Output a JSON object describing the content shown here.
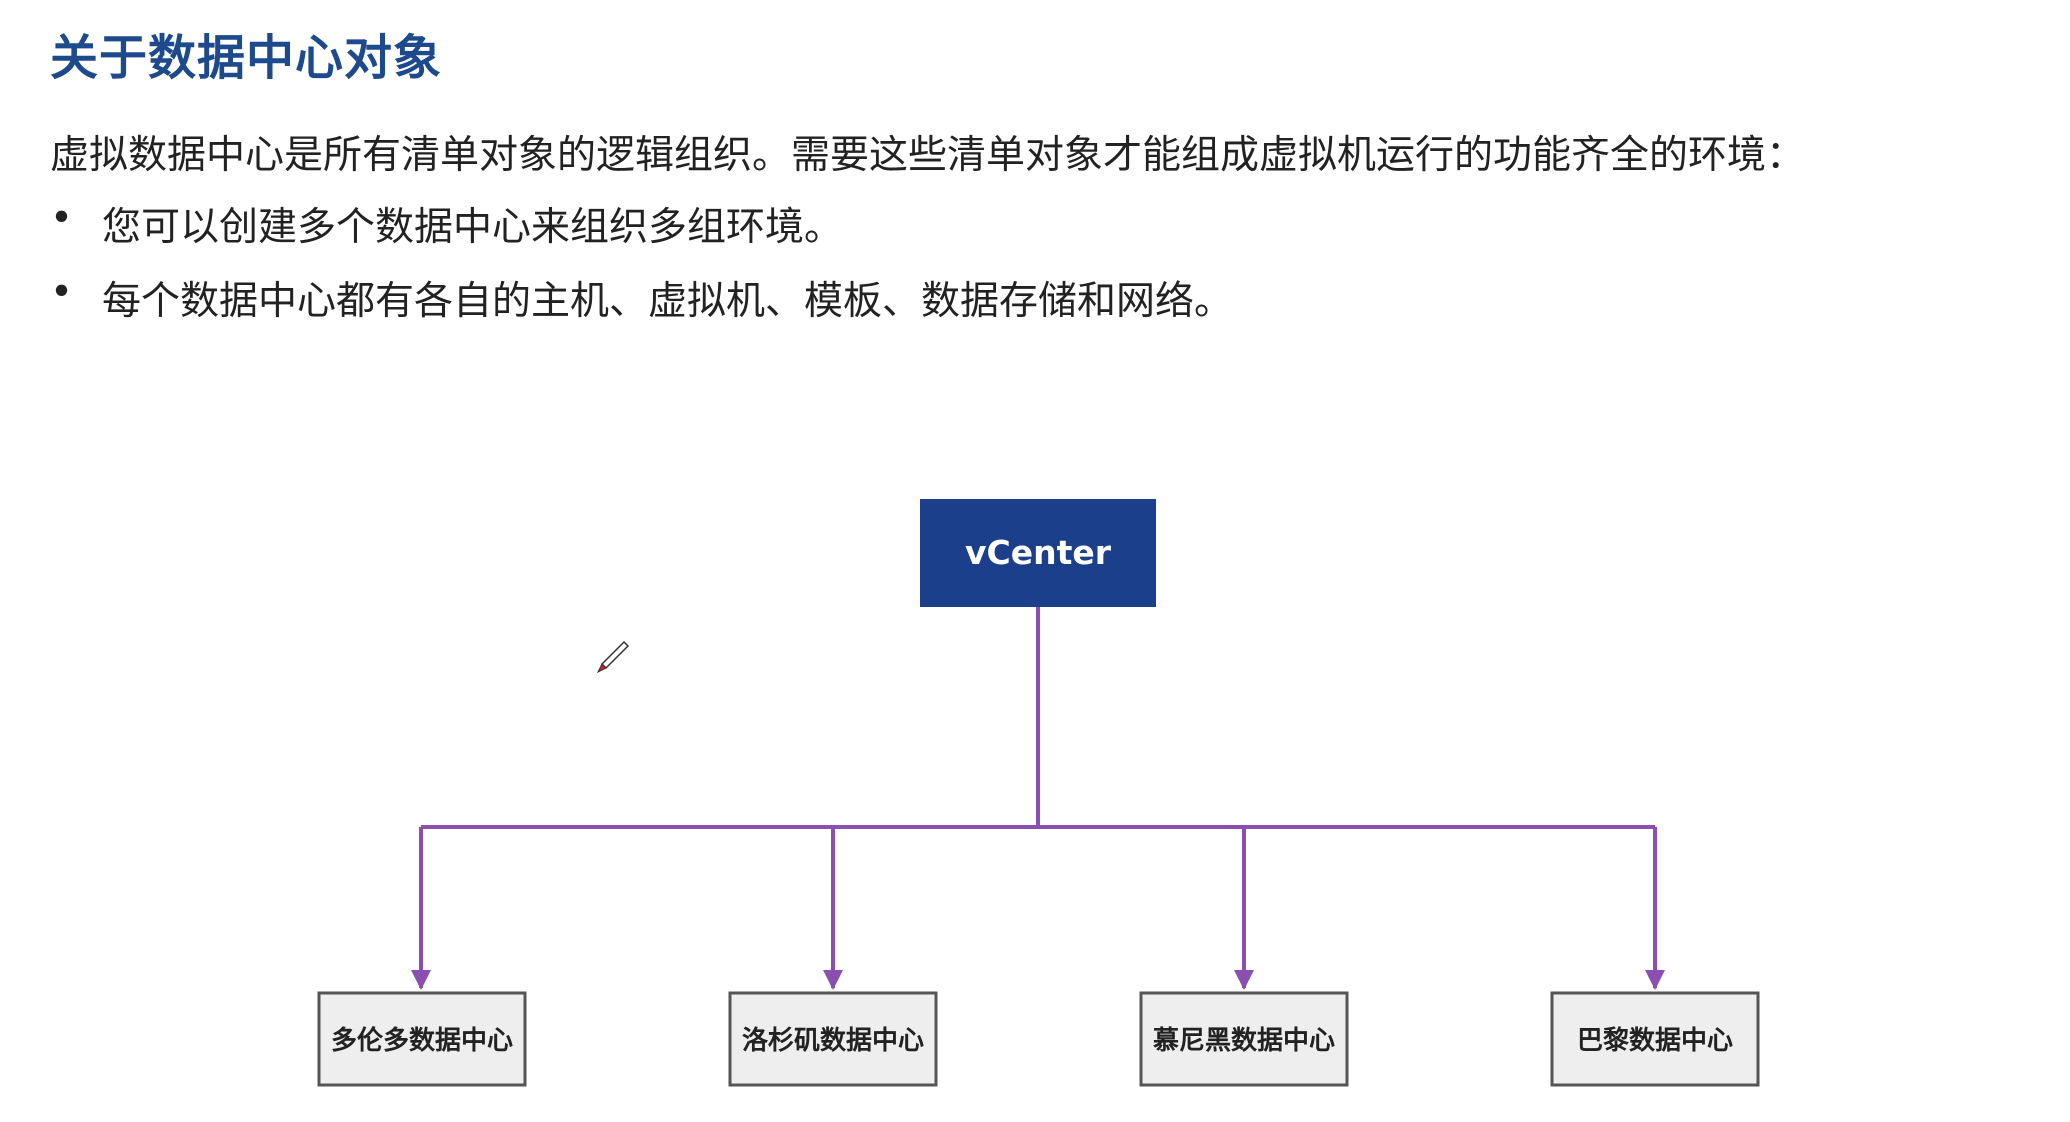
{
  "title": "关于数据中心对象",
  "intro": "虚拟数据中心是所有清单对象的逻辑组织。需要这些清单对象才能组成虚拟机运行的功能齐全的环境：",
  "bullets": [
    "您可以创建多个数据中心来组织多组环境。",
    "每个数据中心都有各自的主机、虚拟机、模板、数据存储和网络。"
  ],
  "bullet_symbol": "•",
  "diagram": {
    "root": "vCenter",
    "children": [
      "多伦多数据中心",
      "洛杉矶数据中心",
      "慕尼黑数据中心",
      "巴黎数据中心"
    ]
  },
  "colors": {
    "title": "#1c4a8c",
    "root_fill": "#1c3f8c",
    "connector": "#8a4fb0",
    "child_fill": "#eeeeee",
    "child_border": "#555555"
  },
  "icons": [
    "pen-cursor-icon"
  ]
}
